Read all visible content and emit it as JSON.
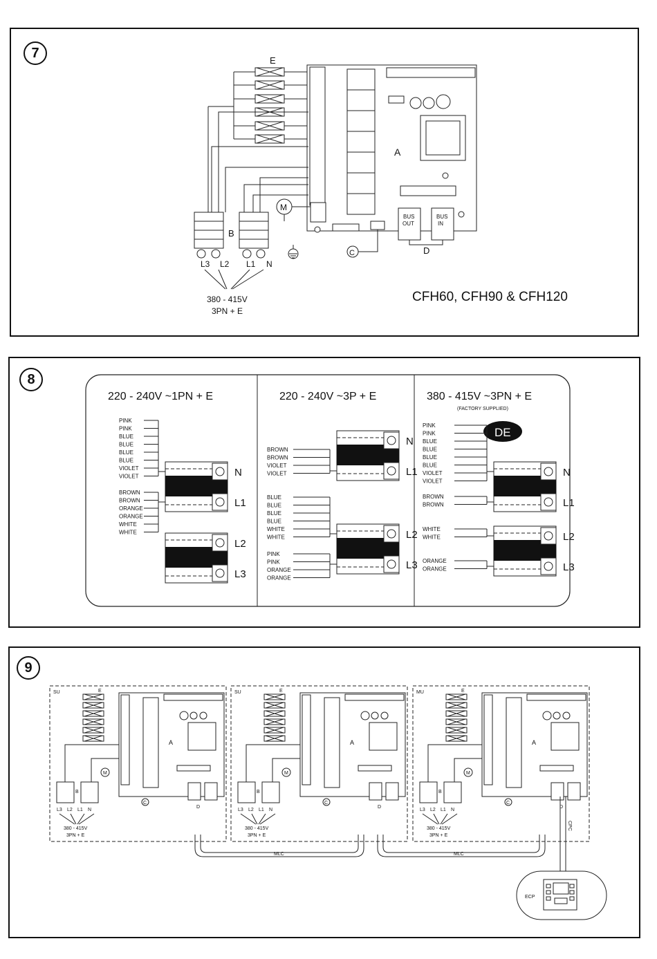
{
  "panel7": {
    "number": "7",
    "labels": {
      "e": "E",
      "a": "A",
      "b": "B",
      "c": "C",
      "d": "D",
      "m": "M",
      "bus_out": [
        "BUS",
        "OUT"
      ],
      "bus_in": [
        "BUS",
        "IN"
      ]
    },
    "terminals": [
      "L3",
      "L2",
      "L1",
      "N"
    ],
    "voltage": "380 - 415V",
    "supply": "3PN + E",
    "models": "CFH60, CFH90 & CFH120"
  },
  "panel8": {
    "number": "8",
    "columns": [
      {
        "title": "220 - 240V  ~1PN + E",
        "subtitle": "",
        "groups": [
          {
            "wires": [
              "PINK",
              "PINK",
              "BLUE",
              "BLUE",
              "BLUE",
              "BLUE",
              "VIOLET",
              "VIOLET"
            ],
            "terminal": "N"
          },
          {
            "wires": [
              "BROWN",
              "BROWN",
              "ORANGE",
              "ORANGE",
              "WHITE",
              "WHITE"
            ],
            "terminal": "L1"
          },
          {
            "wires": [],
            "terminal": "L2"
          },
          {
            "wires": [],
            "terminal": "L3"
          }
        ]
      },
      {
        "title": "220 - 240V  ~3P + E",
        "subtitle": "",
        "groups": [
          {
            "wires": [],
            "terminal": "N"
          },
          {
            "wires": [
              "BROWN",
              "BROWN",
              "VIOLET",
              "VIOLET"
            ],
            "terminal": "L1"
          },
          {
            "wires": [
              "BLUE",
              "BLUE",
              "BLUE",
              "BLUE",
              "WHITE",
              "WHITE"
            ],
            "terminal": "L2"
          },
          {
            "wires": [
              "PINK",
              "PINK",
              "ORANGE",
              "ORANGE"
            ],
            "terminal": "L3"
          }
        ]
      },
      {
        "title": "380 - 415V  ~3PN + E",
        "subtitle": "(FACTORY SUPPLIED)",
        "badge": "DE",
        "groups": [
          {
            "wires": [
              "PINK",
              "PINK",
              "BLUE",
              "BLUE",
              "BLUE",
              "BLUE",
              "VIOLET",
              "VIOLET"
            ],
            "terminal": "N"
          },
          {
            "wires": [
              "BROWN",
              "BROWN"
            ],
            "terminal": "L1"
          },
          {
            "wires": [
              "WHITE",
              "WHITE"
            ],
            "terminal": "L2"
          },
          {
            "wires": [
              "ORANGE",
              "ORANGE"
            ],
            "terminal": "L3"
          }
        ]
      }
    ]
  },
  "panel9": {
    "number": "9",
    "units": [
      {
        "tag": "SU",
        "e": "E",
        "a": "A",
        "b": "B",
        "d": "D",
        "c": "C",
        "m": "M",
        "terminals": [
          "L3",
          "L2",
          "L1",
          "N"
        ],
        "voltage": "380 - 415V",
        "supply": "3PN + E"
      },
      {
        "tag": "SU",
        "e": "E",
        "a": "A",
        "b": "B",
        "d": "D",
        "c": "C",
        "m": "M",
        "terminals": [
          "L3",
          "L2",
          "L1",
          "N"
        ],
        "voltage": "380 - 415V",
        "supply": "3PN + E"
      },
      {
        "tag": "MU",
        "e": "E",
        "a": "A",
        "b": "B",
        "d": "D",
        "c": "C",
        "m": "M",
        "terminals": [
          "L3",
          "L2",
          "L1",
          "N"
        ],
        "voltage": "380 - 415V",
        "supply": "3PN + E"
      }
    ],
    "links": [
      "MLC",
      "MLC"
    ],
    "cpc": "CPC",
    "ecp": "ECP"
  }
}
